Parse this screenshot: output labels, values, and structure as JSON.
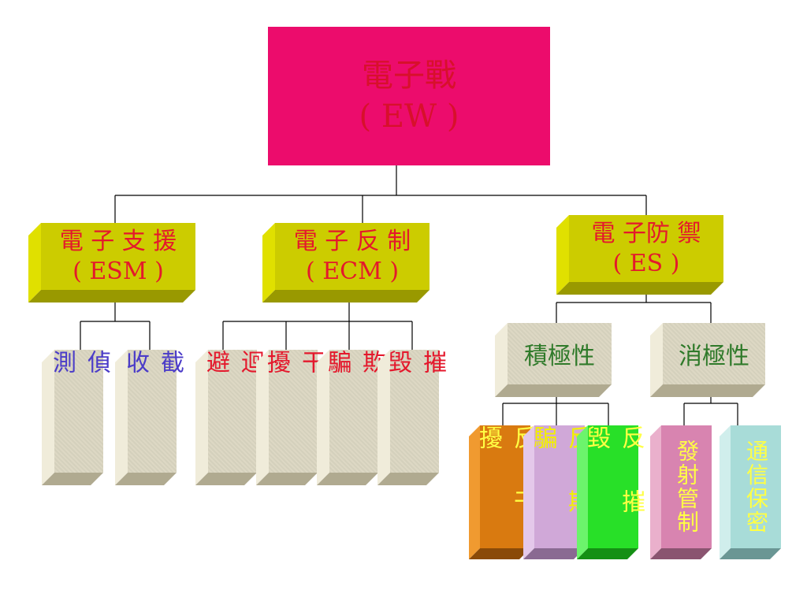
{
  "root": {
    "line1": "電子戰",
    "line2": "( EW )"
  },
  "branches": [
    {
      "line1": "電 子 支 援",
      "line2": "( ESM )",
      "children": [
        "偵 測",
        "截 收"
      ]
    },
    {
      "line1": "電 子 反 制",
      "line2": "( ECM )",
      "children": [
        "迴 避",
        "干 擾",
        "欺 騙",
        "摧 毀"
      ]
    },
    {
      "line1": "電 子防 禦",
      "line2": "( ES )",
      "groups": [
        {
          "label": "積極性",
          "children": [
            "反 干 擾",
            "反 欺 騙",
            "反 摧 毀"
          ]
        },
        {
          "label": "消極性",
          "children": [
            "發射管制",
            "通信保密"
          ]
        }
      ]
    }
  ],
  "colors": {
    "root": "#ec0c6c",
    "branch": "#cccc00",
    "leaf": "#ddd8c4",
    "anti_jam": "#d97a10",
    "anti_deceive": "#d0a8d8",
    "anti_destroy": "#28e028",
    "emission_control": "#d884b0",
    "comm_security": "#a8dcd8"
  }
}
